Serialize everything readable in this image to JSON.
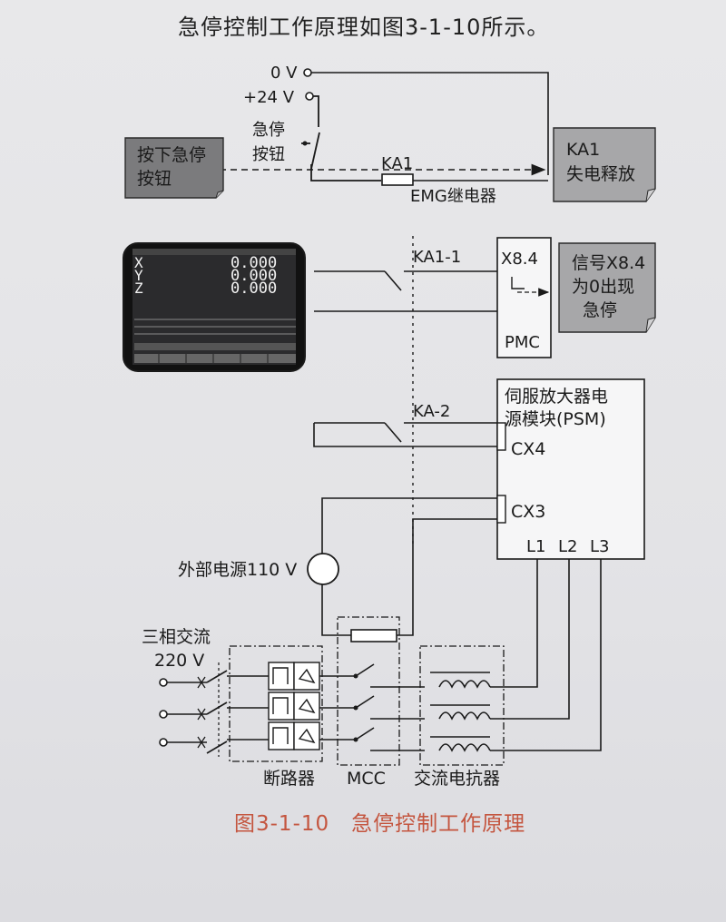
{
  "intro_text": "急停控制工作原理如图3-1-10所示。",
  "caption": {
    "figure_number": "图3-1-10",
    "figure_title": "急停控制工作原理"
  },
  "power": {
    "zero_v": "0 V",
    "plus_24v": "+24 V"
  },
  "estop": {
    "note_press": [
      "按下急停",
      "按钮"
    ],
    "button_label": [
      "急停",
      "按钮"
    ],
    "coil_label": "KA1",
    "relay_label": "EMG继电器",
    "note_release": [
      "KA1",
      "失电释放"
    ]
  },
  "pmc": {
    "contact_label": "KA1-1",
    "signal": "X8.4",
    "box_label": "PMC",
    "note_signal": [
      "信号X8.4",
      "为0出现",
      "急停"
    ]
  },
  "screen": {
    "axes": [
      "X",
      "Y",
      "Z"
    ],
    "values": [
      "0.000",
      "0.000",
      "0.000"
    ]
  },
  "psm": {
    "contact_label": "KA-2",
    "title": [
      "伺服放大器电",
      "源模块(PSM)"
    ],
    "cx4": "CX4",
    "cx3": "CX3",
    "phases": [
      "L1",
      "L2",
      "L3"
    ]
  },
  "supply": {
    "external": "外部电源110 V",
    "three_phase": [
      "三相交流",
      "220 V"
    ],
    "breaker": "断路器",
    "mcc": "MCC",
    "reactor": "交流电抗器"
  }
}
